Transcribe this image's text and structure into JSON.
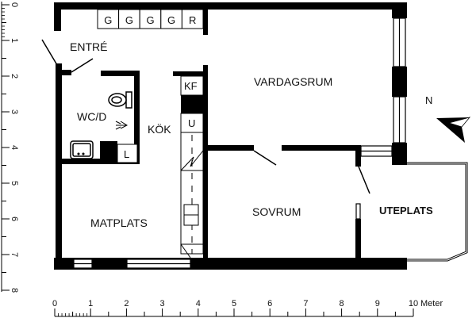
{
  "rooms": {
    "entrance": "ENTRÉ",
    "living_room": "VARDAGSRUM",
    "wc": "WC/D",
    "kitchen": "KÖK",
    "dining": "MATPLATS",
    "bedroom": "SOVRUM",
    "patio": "UTEPLATS"
  },
  "closets": [
    "G",
    "G",
    "G",
    "G",
    "R"
  ],
  "fixtures": {
    "fridge": "KF",
    "oven": "U",
    "laundry": "L"
  },
  "compass": {
    "label": "N"
  },
  "scale_vertical": {
    "ticks": [
      "0",
      "1",
      "2",
      "3",
      "4",
      "5",
      "6",
      "7",
      "8"
    ]
  },
  "scale_horizontal": {
    "ticks": [
      "0",
      "1",
      "2",
      "3",
      "4",
      "5",
      "6",
      "7",
      "8",
      "9",
      "10"
    ],
    "unit": "Meter"
  },
  "colors": {
    "wall": "#000000",
    "background": "#ffffff"
  }
}
